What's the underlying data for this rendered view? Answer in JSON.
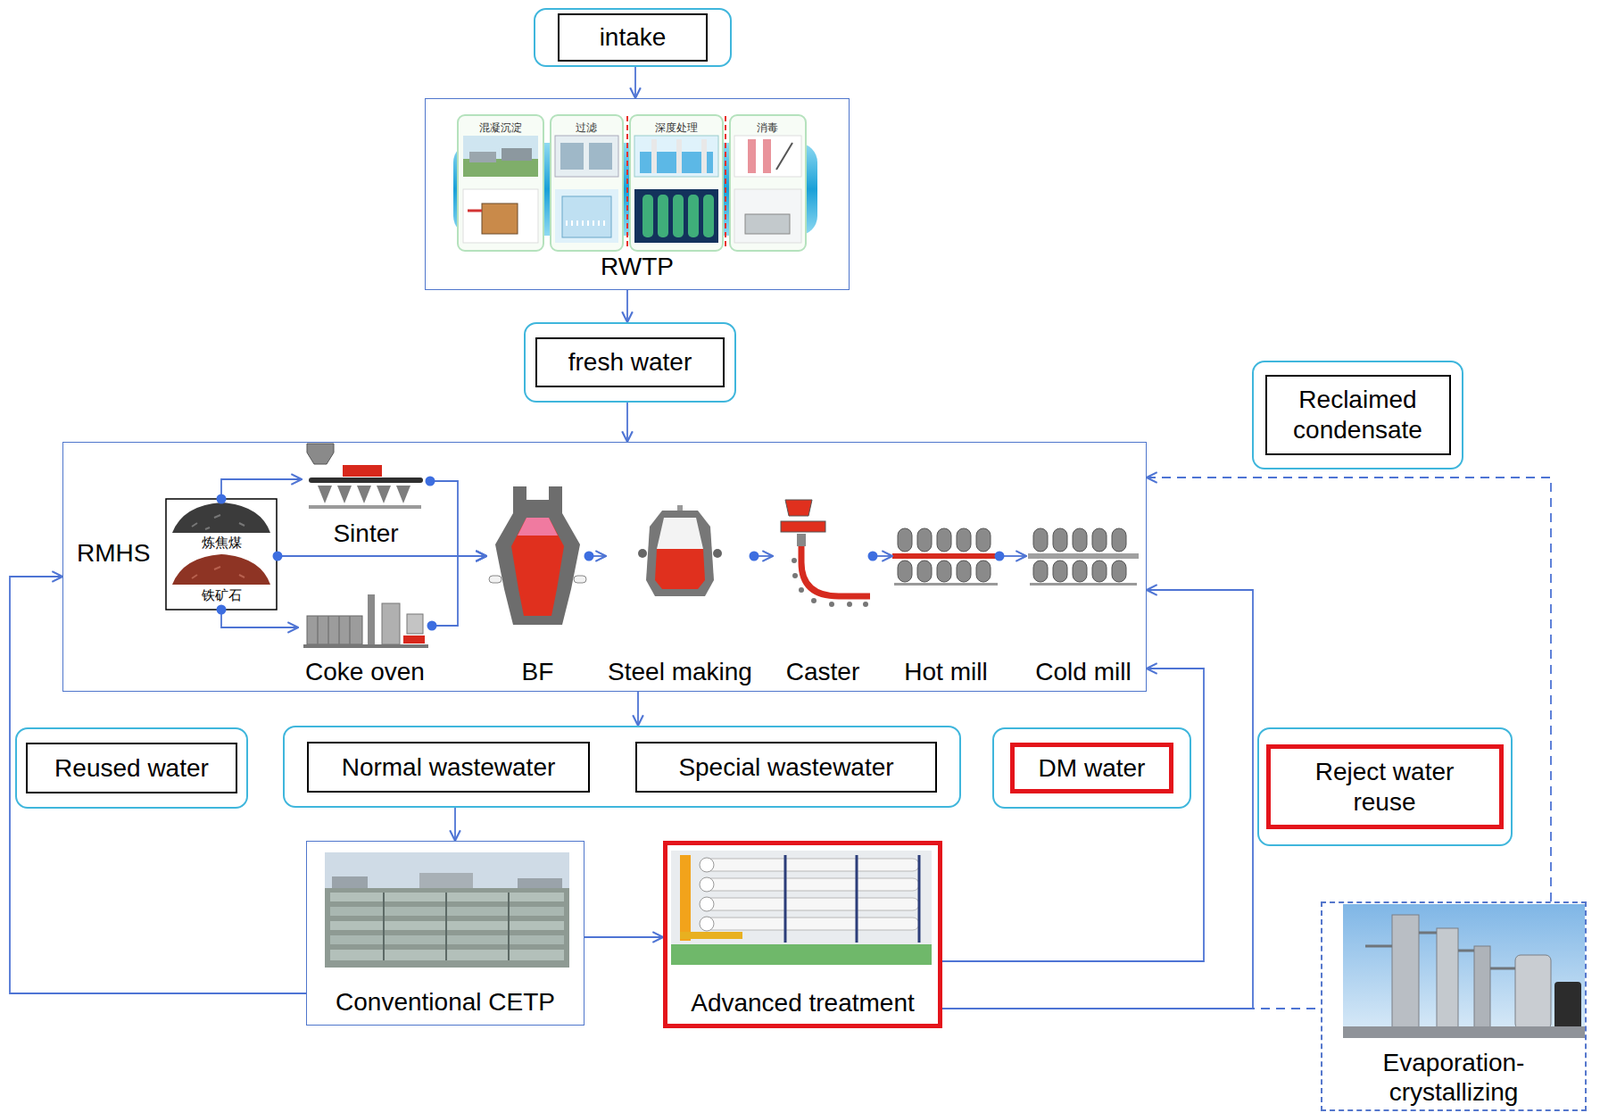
{
  "diagram": {
    "nodes": [
      {
        "text": [
          "intake"
        ]
      },
      {
        "text": [
          "RWTP"
        ]
      },
      {
        "text": [
          "fresh water"
        ]
      },
      {
        "text": [
          "Reclaimed condensate"
        ]
      },
      {
        "text": []
      },
      {
        "text": [
          "RMHS",
          "炼焦煤",
          "铁矿石"
        ],
        "in": 4
      },
      {
        "text": [
          "Sinter"
        ],
        "in": 4
      },
      {
        "text": [
          "Coke oven"
        ],
        "in": 4
      },
      {
        "text": [
          "BF"
        ],
        "in": 4
      },
      {
        "text": [
          "Steel making"
        ],
        "in": 4
      },
      {
        "text": [
          "Caster"
        ],
        "in": 4
      },
      {
        "text": [
          "Hot mill"
        ],
        "in": 4
      },
      {
        "text": [
          "Cold mill"
        ],
        "in": 4
      },
      {
        "text": [
          "Reused water"
        ]
      },
      {
        "text": []
      },
      {
        "text": [
          "Normal wastewater"
        ],
        "in": 14
      },
      {
        "text": [
          "Special wastewater"
        ],
        "in": 14
      },
      {
        "text": [
          "DM water"
        ]
      },
      {
        "text": [
          "Reject water reuse"
        ]
      },
      {
        "text": [
          "Conventional CETP"
        ]
      },
      {
        "text": [
          "Advanced treatment"
        ]
      },
      {
        "text": [
          "Evaporation- crystallizing"
        ]
      }
    ],
    "edges": [
      {
        "from": 0,
        "to": 1,
        "arrow": "to"
      },
      {
        "from": 1,
        "to": 2,
        "arrow": "to"
      },
      {
        "from": 2,
        "to": 4,
        "arrow": "to"
      },
      {
        "from": 5,
        "to": 6,
        "arrow": "to"
      },
      {
        "from": 5,
        "to": 7,
        "arrow": "to"
      },
      {
        "from": 5,
        "to": 8,
        "arrow": "to"
      },
      {
        "from": 6,
        "to": 8,
        "arrow": "to"
      },
      {
        "from": 7,
        "to": 8,
        "arrow": "to"
      },
      {
        "from": 8,
        "to": 9,
        "arrow": "to"
      },
      {
        "from": 9,
        "to": 10,
        "arrow": "to"
      },
      {
        "from": 10,
        "to": 11,
        "arrow": "to"
      },
      {
        "from": 11,
        "to": 12,
        "arrow": "to"
      },
      {
        "from": 4,
        "to": 14,
        "arrow": "to"
      },
      {
        "from": 14,
        "to": 19,
        "arrow": "to"
      },
      {
        "from": 19,
        "to": 20,
        "arrow": "to"
      },
      {
        "from": 19,
        "to": 4,
        "arrow": "to"
      },
      {
        "from": 20,
        "to": 4,
        "arrow": "to"
      },
      {
        "from": 20,
        "to": 4,
        "arrow": "to"
      },
      {
        "from": 20,
        "to": 21,
        "arrow": "none"
      },
      {
        "from": 21,
        "to": 4,
        "arrow": "to"
      }
    ],
    "labels": [
      "混凝沉淀",
      "过滤",
      "深度处理",
      "消毒"
    ]
  }
}
